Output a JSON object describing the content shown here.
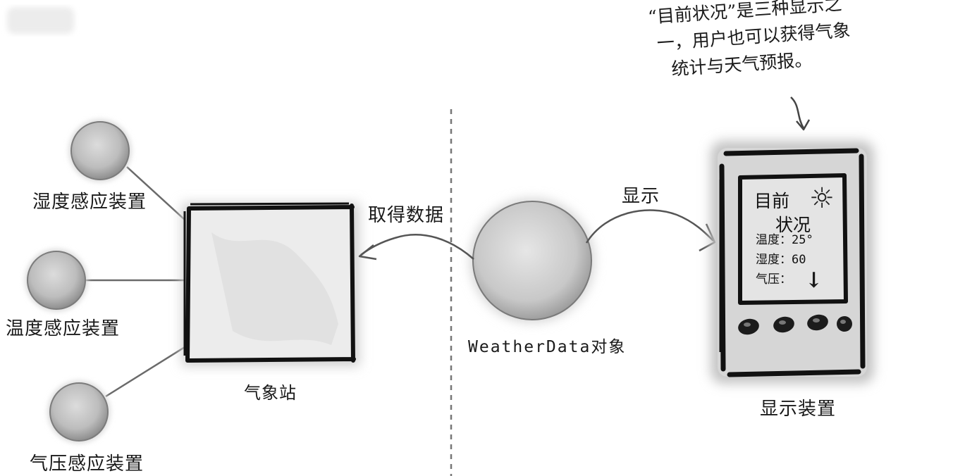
{
  "sensors": {
    "humidity": "湿度感应装置",
    "temperature": "温度感应装置",
    "pressure": "气压感应装置"
  },
  "station_label": "气象站",
  "fetch_label": "取得数据",
  "weatherdata_label": "WeatherData对象",
  "show_label": "显示",
  "display_device_label": "显示装置",
  "note_lines": [
    "“目前状况”是三种显示之",
    "一，用户也可以获得气象",
    "统计与天气预报。"
  ],
  "screen": {
    "title_line1": "目前",
    "title_line2": "状况",
    "sun_icon": "sun-icon",
    "rows": [
      {
        "label": "温度：",
        "value": "25°"
      },
      {
        "label": "湿度：",
        "value": "60"
      },
      {
        "label": "气压：",
        "value": ""
      }
    ],
    "pressure_icon": "arrow-down-icon"
  }
}
